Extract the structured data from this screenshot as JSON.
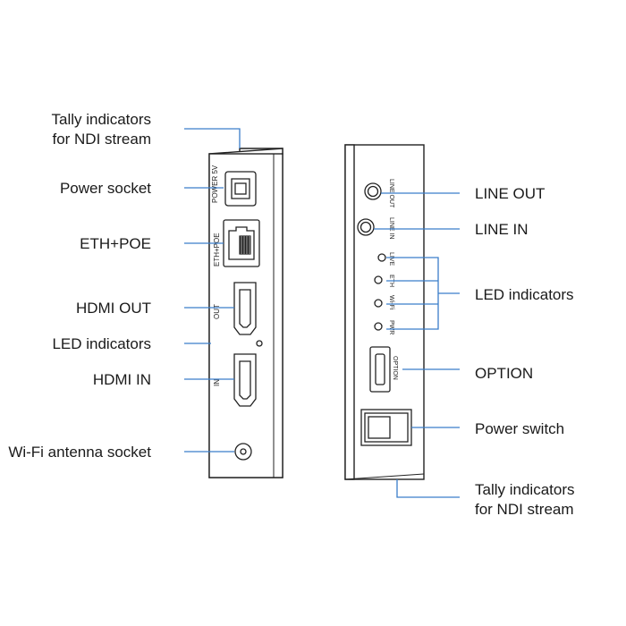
{
  "left_labels": {
    "tally_line1": "Tally indicators",
    "tally_line2": "for NDI stream",
    "power_socket": "Power socket",
    "eth_poe": "ETH+POE",
    "hdmi_out": "HDMI OUT",
    "led_indicators": "LED indicators",
    "hdmi_in": "HDMI IN",
    "wifi_antenna": "Wi-Fi antenna socket"
  },
  "right_labels": {
    "line_out": "LINE OUT",
    "line_in": "LINE IN",
    "led_indicators": "LED indicators",
    "option": "OPTION",
    "power_switch": "Power switch",
    "tally_line1": "Tally indicators",
    "tally_line2": "for NDI stream"
  },
  "left_panel": {
    "power": "POWER 5V",
    "eth": "ETH+POE",
    "out": "OUT",
    "in": "IN"
  },
  "right_panel": {
    "line_out": "LINE OUT",
    "line_in": "LINE IN",
    "live": "LIVE",
    "eth": "ETH",
    "wifi": "Wi-Fi",
    "pwr": "PWR",
    "option": "OPTION"
  }
}
